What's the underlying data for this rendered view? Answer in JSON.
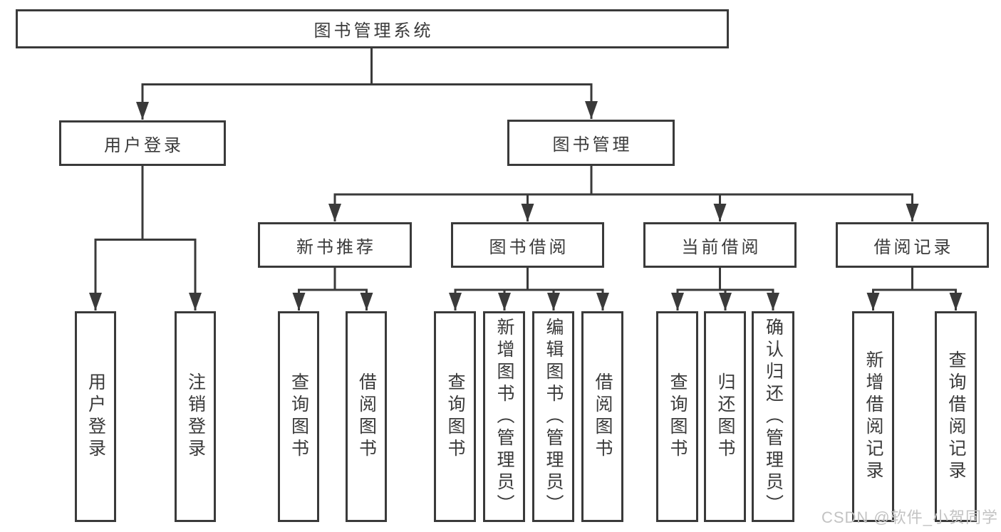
{
  "diagram_type": "hierarchy-tree",
  "colors": {
    "line": "#3a3a3a",
    "box_border": "#3a3a3a",
    "text": "#3a3a3a",
    "background": "#ffffff",
    "watermark": "#c3c3c3"
  },
  "tree": {
    "label": "图书管理系统",
    "children": [
      {
        "label": "用户登录",
        "children": [
          {
            "label": "用户登录"
          },
          {
            "label": "注销登录"
          }
        ]
      },
      {
        "label": "图书管理",
        "children": [
          {
            "label": "新书推荐",
            "children": [
              {
                "label": "查询图书"
              },
              {
                "label": "借阅图书"
              }
            ]
          },
          {
            "label": "图书借阅",
            "children": [
              {
                "label": "查询图书"
              },
              {
                "label": "新增图书（管理员）"
              },
              {
                "label": "编辑图书（管理员）"
              },
              {
                "label": "借阅图书"
              }
            ]
          },
          {
            "label": "当前借阅",
            "children": [
              {
                "label": "查询图书"
              },
              {
                "label": "归还图书"
              },
              {
                "label": "确认归还（管理员）"
              }
            ]
          },
          {
            "label": "借阅记录",
            "children": [
              {
                "label": "新增借阅记录"
              },
              {
                "label": "查询借阅记录"
              }
            ]
          }
        ]
      }
    ]
  },
  "watermark": {
    "text": "CSDN @软件_小贺同学"
  }
}
